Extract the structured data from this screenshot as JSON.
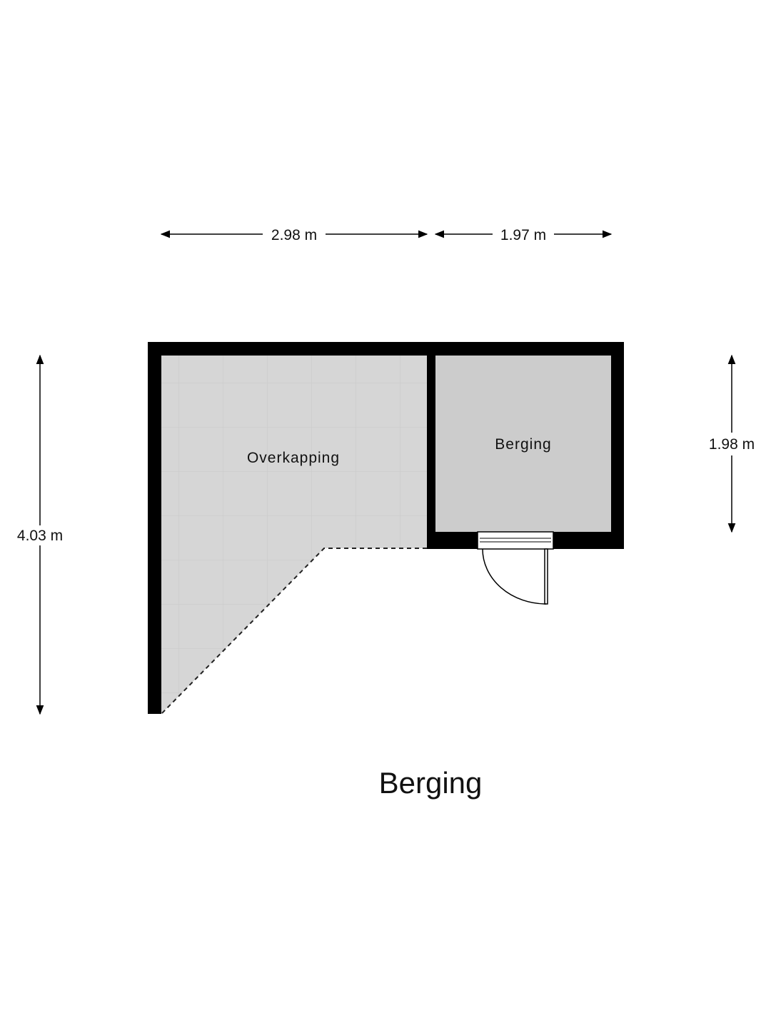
{
  "title": "Berging",
  "rooms": [
    {
      "name": "Overkapping"
    },
    {
      "name": "Berging"
    }
  ],
  "dimensions": {
    "top_left": "2.98 m",
    "top_right": "1.97 m",
    "left": "4.03 m",
    "right": "1.98 m"
  },
  "colors": {
    "wall": "#000000",
    "overkapping_floor": "#d6d6d6",
    "berging_floor": "#cccccc",
    "tile_line": "#cdcdcd"
  }
}
